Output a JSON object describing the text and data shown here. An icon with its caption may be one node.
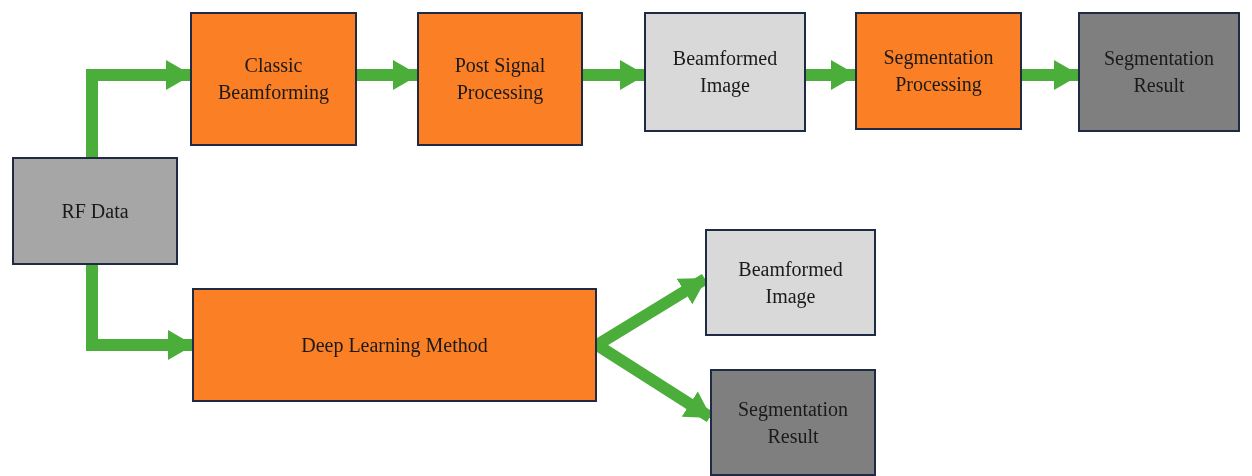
{
  "diagram": {
    "nodes": [
      {
        "text": [
          "RF Data"
        ]
      },
      {
        "text": [
          "Classic Beamforming"
        ]
      },
      {
        "text": [
          "Post Signal Processing"
        ]
      },
      {
        "text": [
          "Beamformed Image"
        ]
      },
      {
        "text": [
          "Segmentation Processing"
        ]
      },
      {
        "text": [
          "Segmentation Result"
        ]
      },
      {
        "text": [
          "Deep Learning Method"
        ]
      },
      {
        "text": [
          "Beamformed Image"
        ]
      },
      {
        "text": [
          "Segmentation Result"
        ]
      }
    ],
    "edges": [
      {
        "from": 0,
        "to": 1,
        "arrow": "to"
      },
      {
        "from": 1,
        "to": 2,
        "arrow": "to"
      },
      {
        "from": 2,
        "to": 3,
        "arrow": "to"
      },
      {
        "from": 3,
        "to": 4,
        "arrow": "to"
      },
      {
        "from": 4,
        "to": 5,
        "arrow": "to"
      },
      {
        "from": 0,
        "to": 6,
        "arrow": "to"
      },
      {
        "from": 6,
        "to": 7,
        "arrow": "to"
      },
      {
        "from": 6,
        "to": 8,
        "arrow": "to"
      }
    ]
  }
}
